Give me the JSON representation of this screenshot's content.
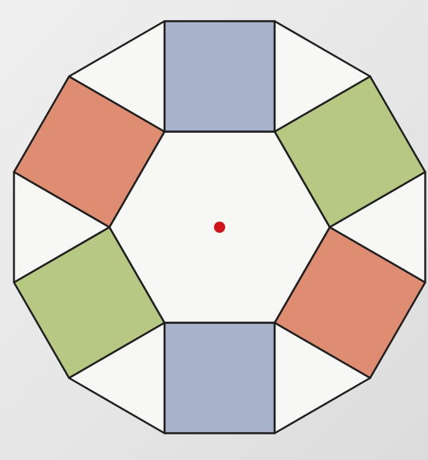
{
  "figure": {
    "description_free": true,
    "center_dot_color": "#d0141c",
    "outline_color": "#1e1e1e",
    "background_color": "#eaeaea",
    "fills": {
      "hexagon": "#f7f7f5",
      "triangle": "#f7f7f5",
      "blue_square": "#a9b4cc",
      "red_square": "#de8c72",
      "green_square": "#b7c883"
    },
    "squares": [
      {
        "id": "square-top",
        "color_key": "blue_square"
      },
      {
        "id": "square-upper-right",
        "color_key": "green_square"
      },
      {
        "id": "square-lower-right",
        "color_key": "red_square"
      },
      {
        "id": "square-bottom",
        "color_key": "blue_square"
      },
      {
        "id": "square-lower-left",
        "color_key": "green_square"
      },
      {
        "id": "square-upper-left",
        "color_key": "red_square"
      }
    ],
    "triangle_count": 6
  }
}
